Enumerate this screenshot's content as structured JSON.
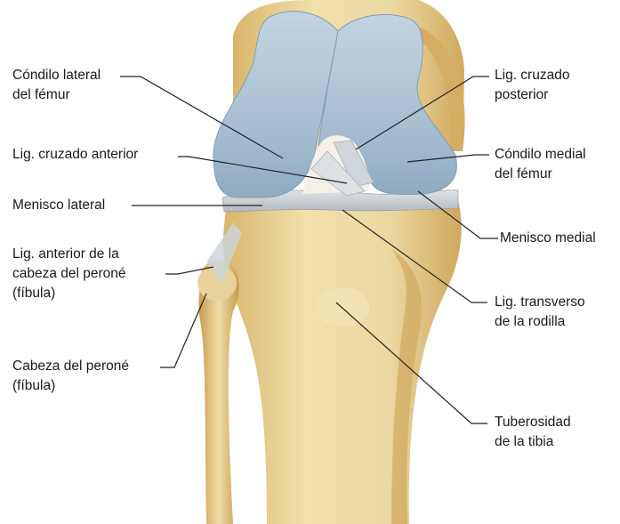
{
  "labels": {
    "condilo_lateral": {
      "line1": "Cóndilo lateral",
      "line2": "del fémur"
    },
    "lig_cruzado_posterior": {
      "line1": "Lig. cruzado",
      "line2": "posterior"
    },
    "lig_cruzado_anterior": {
      "line1": "Lig. cruzado anterior"
    },
    "condilo_medial": {
      "line1": "Cóndilo medial",
      "line2": "del fémur"
    },
    "menisco_lateral": {
      "line1": "Menisco lateral"
    },
    "menisco_medial": {
      "line1": "Menisco medial"
    },
    "lig_anterior_cabeza_perone": {
      "line1": "Lig. anterior de la",
      "line2": "cabeza del peroné",
      "line3": "(fíbula)"
    },
    "lig_transverso": {
      "line1": "Lig. transverso",
      "line2": "de la rodilla"
    },
    "cabeza_perone": {
      "line1": "Cabeza del peroné",
      "line2": "(fíbula)"
    },
    "tuberosidad_tibia": {
      "line1": "Tuberosidad",
      "line2": "de la tibia"
    }
  },
  "colors": {
    "bone": "#e8d39a",
    "bone_shadow": "#c9a45a",
    "cartilage": "#a9c1d3",
    "cartilage_dark": "#7f9db4",
    "meniscus": "#c8ccd0",
    "leader": "#222222"
  }
}
